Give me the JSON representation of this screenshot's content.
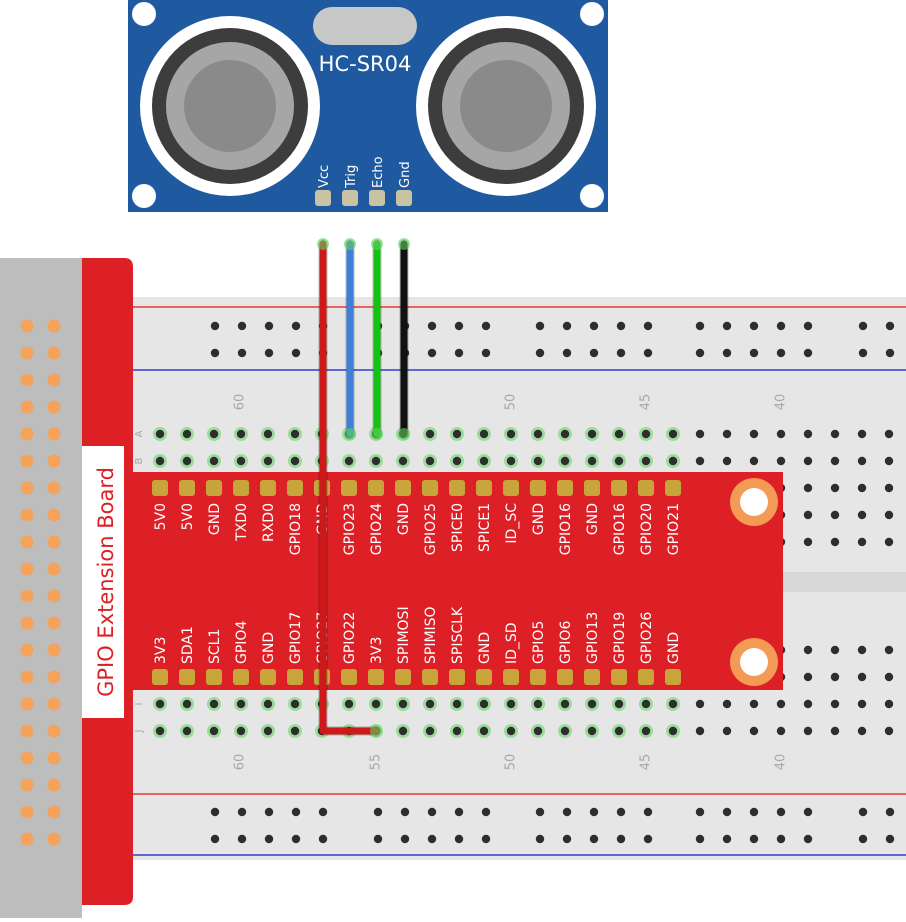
{
  "sensor": {
    "model": "HC-SR04",
    "pins": [
      "Vcc",
      "Trig",
      "Echo",
      "Gnd"
    ]
  },
  "board": {
    "title": "GPIO Extension Board",
    "top_row_labels": [
      "5V0",
      "5V0",
      "GND",
      "TXD0",
      "RXD0",
      "GPIO18",
      "GND",
      "GPIO23",
      "GPIO24",
      "GND",
      "GPIO25",
      "SPICE0",
      "SPICE1",
      "ID_SC",
      "GND",
      "GPIO16",
      "GND",
      "GPIO16",
      "GPIO20",
      "GPIO21"
    ],
    "bottom_row_labels": [
      "3V3",
      "SDA1",
      "SCL1",
      "GPIO4",
      "GND",
      "GPIO17",
      "GPIO27",
      "GPIO22",
      "3V3",
      "SPIMOSI",
      "SPIMISO",
      "SPISCLK",
      "GND",
      "ID_SD",
      "GPIO5",
      "GPIO6",
      "GPIO13",
      "GPIO19",
      "GPIO26",
      "GND"
    ]
  },
  "breadboard": {
    "top_column_numbers": [
      "60",
      "50",
      "45",
      "40"
    ],
    "bottom_column_numbers": [
      "60",
      "55",
      "50",
      "45",
      "40"
    ],
    "top_row_letters": [
      "A",
      "B"
    ],
    "bottom_row_letters": [
      "I",
      "J"
    ]
  },
  "wires": [
    {
      "name": "vcc-wire",
      "color": "#cc1a1a"
    },
    {
      "name": "trig-wire",
      "color": "#3f7fd8"
    },
    {
      "name": "echo-wire",
      "color": "#13c213"
    },
    {
      "name": "gnd-wire",
      "color": "#111111"
    }
  ],
  "colors": {
    "sensor_board": "#1f5aa0",
    "extension_board": "#dd1f26",
    "header_gold": "#c8a53a",
    "breadboard": "#e6e6e6",
    "rail_red": "#e8392f",
    "rail_blue": "#2f3fd0",
    "pin_orange": "#f5a25a",
    "hole_green": "#5fd15f"
  }
}
